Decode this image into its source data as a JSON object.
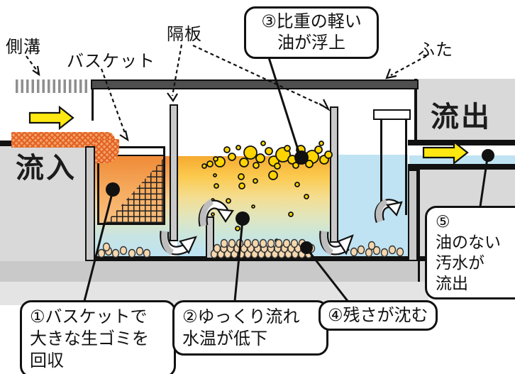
{
  "labels": {
    "gutter": "側溝",
    "basket": "バスケット",
    "partition": "隔板",
    "lid": "ふた",
    "inflow": "流入",
    "outflow": "流出"
  },
  "callouts": [
    {
      "lines": [
        "①バスケットで",
        "大きな生ゴミを",
        "回収"
      ]
    },
    {
      "lines": [
        "②ゆっくり流れ",
        "水温が低下"
      ]
    },
    {
      "lines": [
        "③比重の軽い",
        "油が浮上"
      ]
    },
    {
      "lines": [
        "④残さが沈む"
      ]
    },
    {
      "lines": [
        "⑤",
        "油のない",
        "汚水が",
        "流出"
      ]
    }
  ],
  "colors": {
    "oil-top": "#f29a28",
    "oil-mid": "#fbc84e",
    "water": "#bfe3f2",
    "bubble": "#ffd400",
    "arrow-yellow": "#ffe812",
    "lid-gray": "#4f4f4f",
    "wall-gray": "#c9c9c9",
    "block-gray": "#d9d9d9",
    "ground-gray": "#e4e4e4",
    "sediment": "#f5d7ae",
    "waste-orange": "#e2601f",
    "outline": "#111111"
  }
}
